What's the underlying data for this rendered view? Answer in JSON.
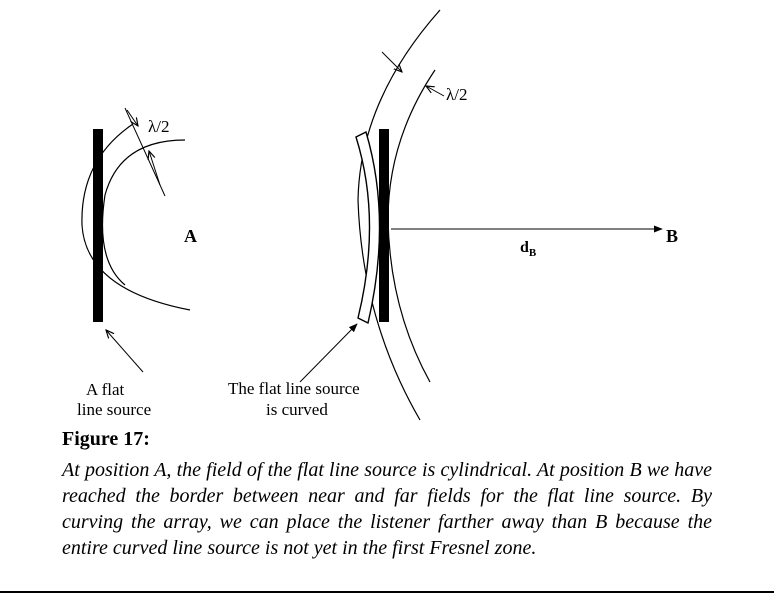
{
  "diagram": {
    "label_lambda_left": "λ/2",
    "label_lambda_right": "λ/2",
    "label_A": "A",
    "label_B": "B",
    "label_dB_main": "d",
    "label_dB_sub": "B",
    "label_flat_source_line1": "A flat",
    "label_flat_source_line2": "line source",
    "label_curved_line1": "The flat line source",
    "label_curved_line2": "is curved"
  },
  "caption": {
    "title": "Figure 17:",
    "body": "At position A, the field of the flat line source is cylindrical. At position B we have reached the border between near and far fields for the flat line source. By curving the array, we can place the listener farther away than B because the entire curved line source is not yet in the first Fresnel zone."
  }
}
